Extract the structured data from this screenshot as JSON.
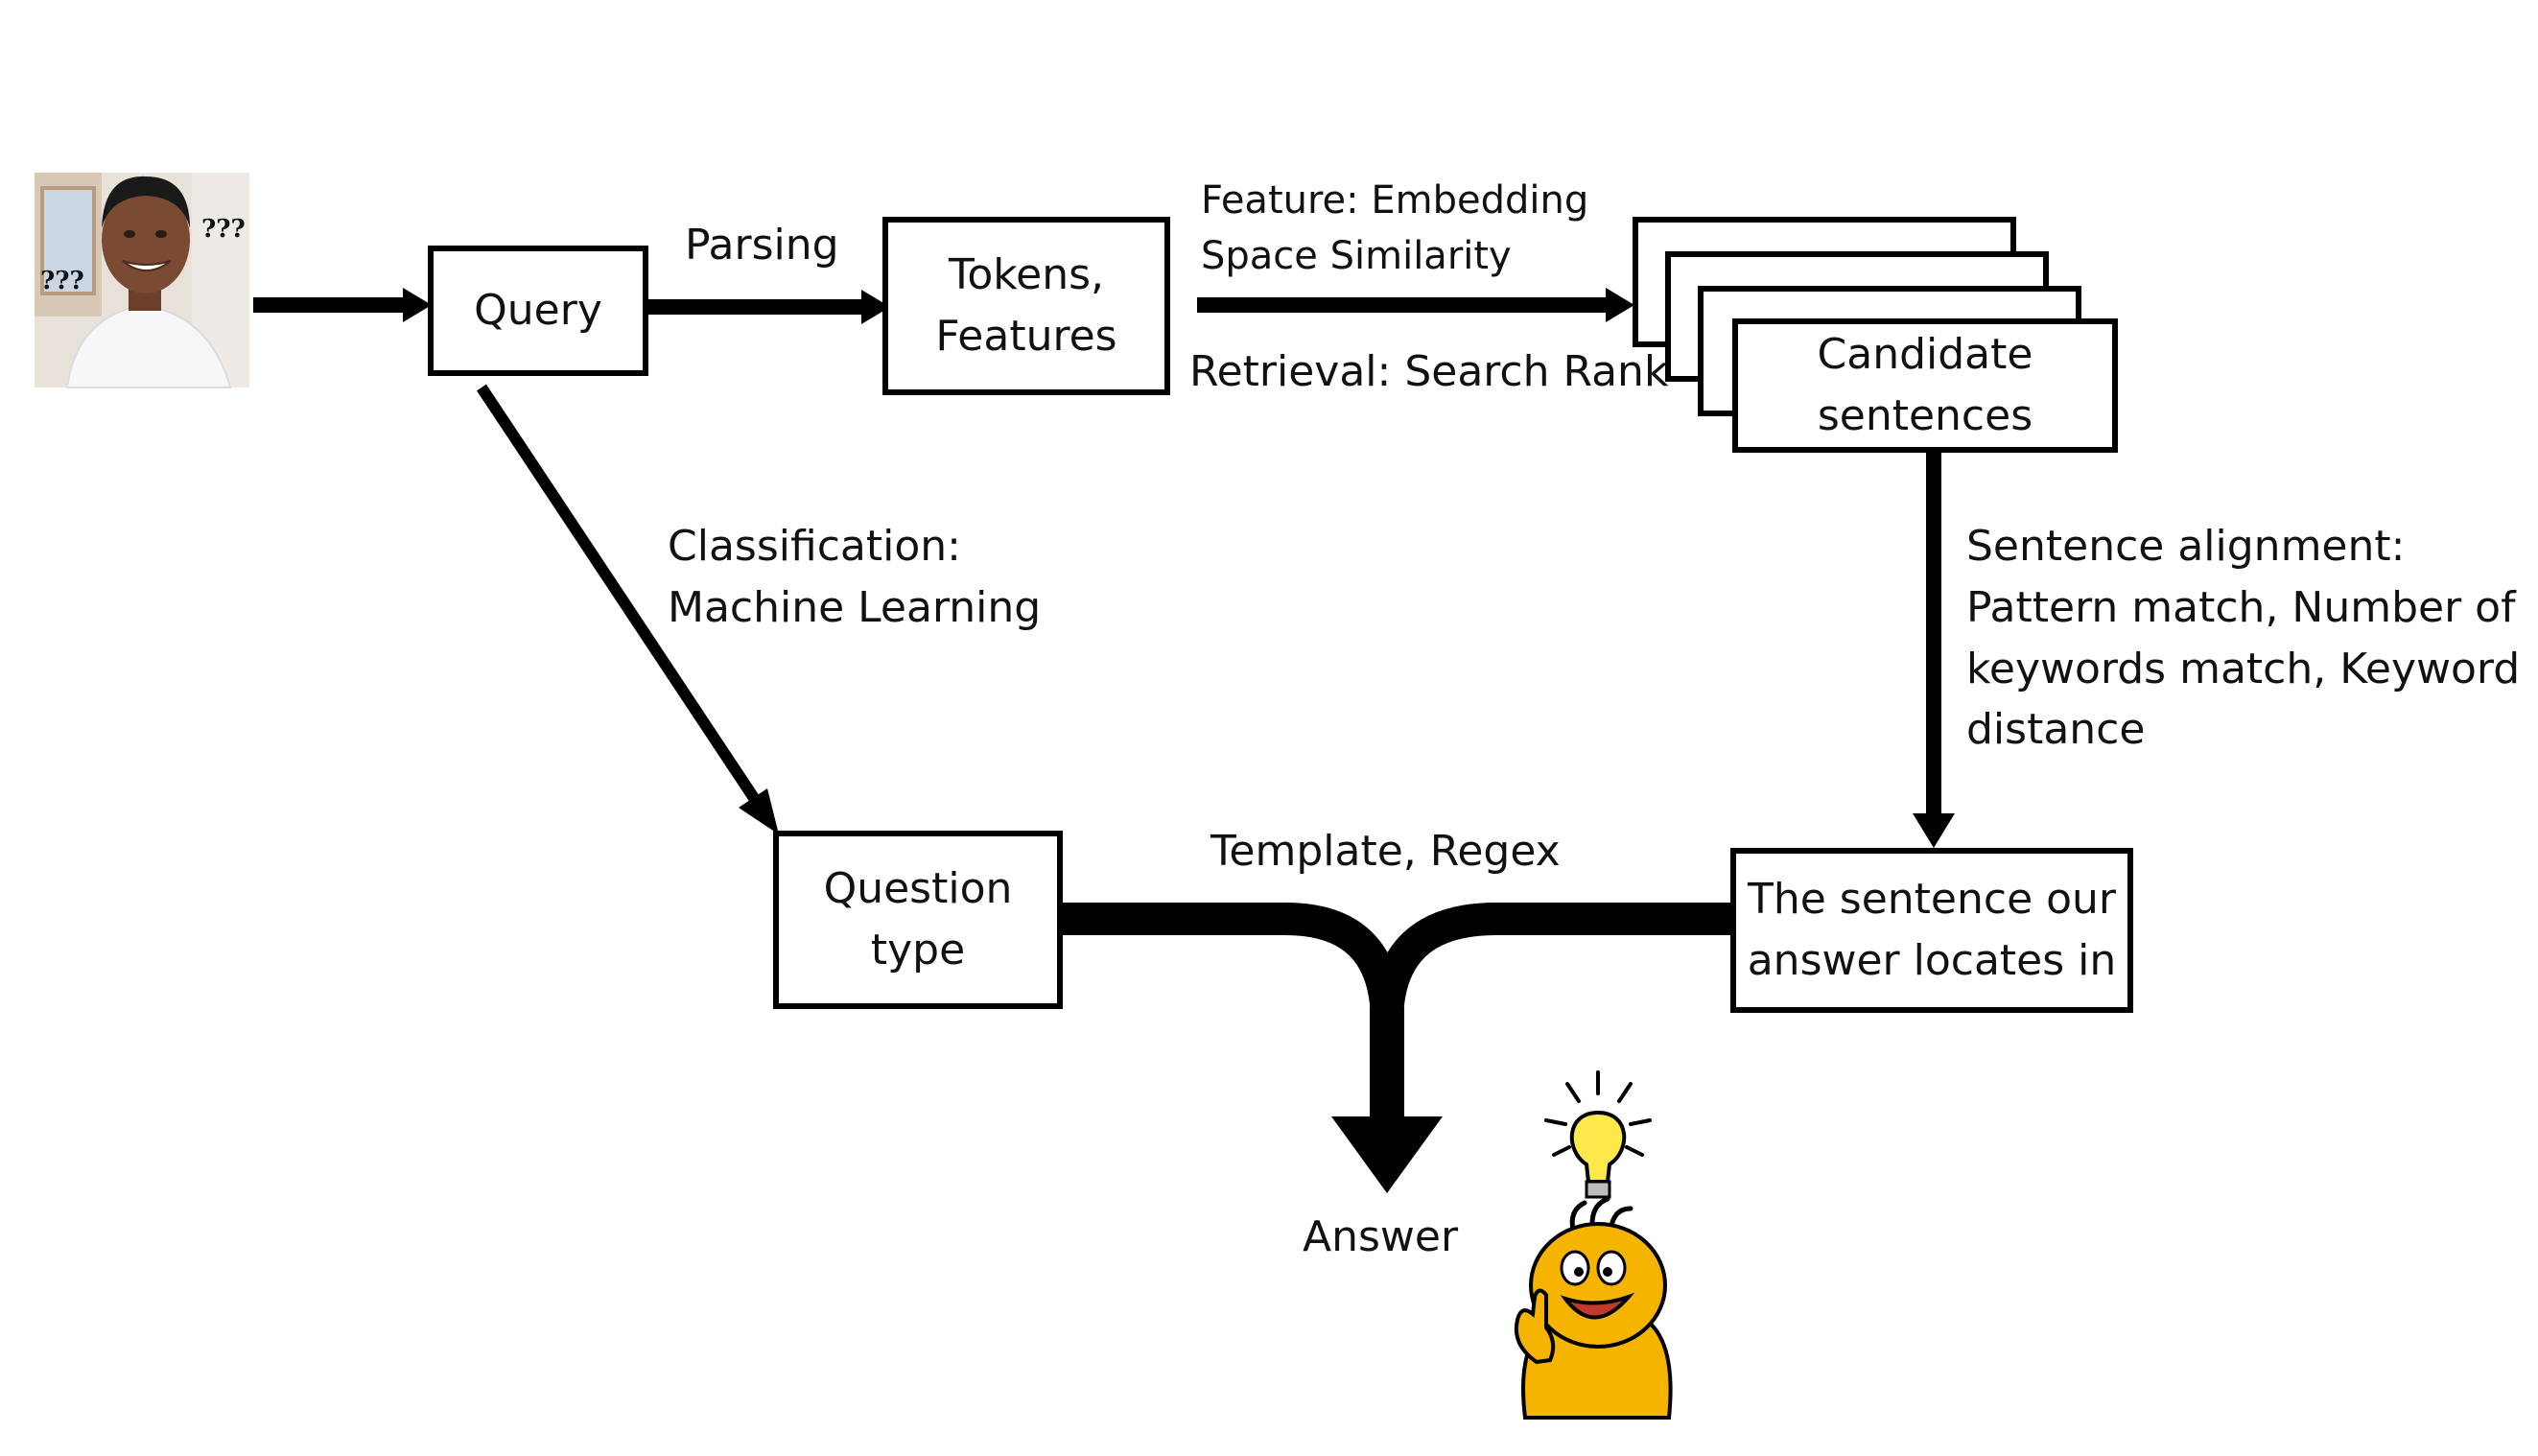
{
  "photo": {
    "marks_right": "???",
    "marks_left": "???"
  },
  "nodes": {
    "query": "Query",
    "tokens": "Tokens,\nFeatures",
    "candidate": "Candidate\nsentences",
    "question_type": "Question\ntype",
    "answer_sentence": "The sentence our\nanswer locates in"
  },
  "edges": {
    "parsing": "Parsing",
    "feature": "Feature: Embedding\nSpace Similarity",
    "retrieval": "Retrieval: Search Rank",
    "classification": "Classification:\nMachine Learning",
    "alignment": "Sentence alignment:\nPattern match, Number of\nkeywords match, Keyword\ndistance",
    "template": "Template, Regex"
  },
  "answer_label": "Answer",
  "colors": {
    "stroke": "#000000",
    "cartoon_fill": "#f5b400",
    "bulb": "#ffe84a",
    "skin": "#7a4a32"
  },
  "icons": [
    "confused-person-photo",
    "lightbulb-icon",
    "happy-cartoon-figure"
  ]
}
